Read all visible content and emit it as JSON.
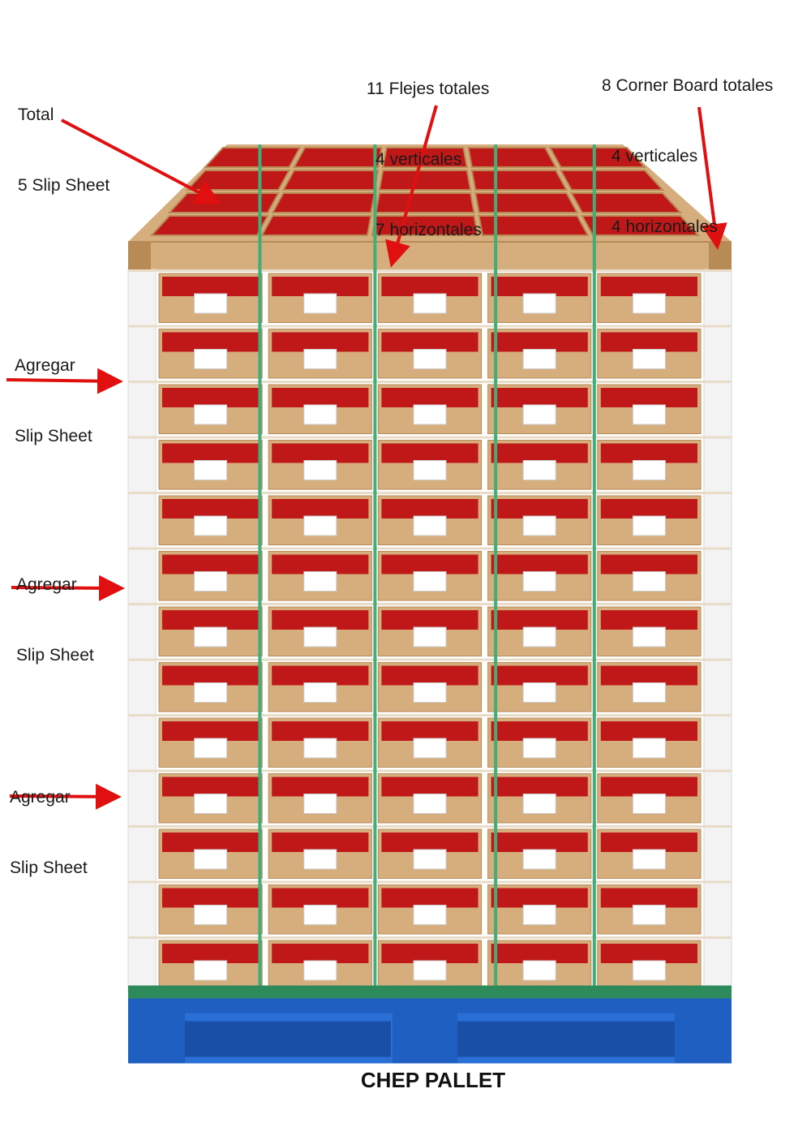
{
  "annotations": {
    "slip_total": {
      "line1": "Total",
      "line2": "5 Slip Sheet"
    },
    "straps": {
      "line1": "11 Flejes totales",
      "line2": "4 verticales",
      "line3": "7 horizontales"
    },
    "corners": {
      "line1": "8 Corner Board totales",
      "line2": "4 verticales",
      "line3": "4 horizontales"
    },
    "add_slip_1": {
      "line1": "Agregar",
      "line2": "Slip Sheet"
    },
    "add_slip_2": {
      "line1": "Agregar",
      "line2": "Slip Sheet"
    },
    "add_slip_3": {
      "line1": "Agregar",
      "line2": "Slip Sheet"
    }
  },
  "footer": {
    "title": "CHEP PALLET"
  },
  "scene": {
    "box_rows": 13,
    "box_columns": 5,
    "top_rows": 4,
    "vertical_straps": 4,
    "colors": {
      "arrow": "#e01010",
      "cardboard": "#d6ae7e",
      "cardboard_dark": "#b88a55",
      "strawberry": "#c01818",
      "strap": "#3fae78",
      "corner_board": "#f3f3f3",
      "pallet": "#1f5fc2",
      "slip_sheet_edge": "#2d8a5a"
    }
  }
}
